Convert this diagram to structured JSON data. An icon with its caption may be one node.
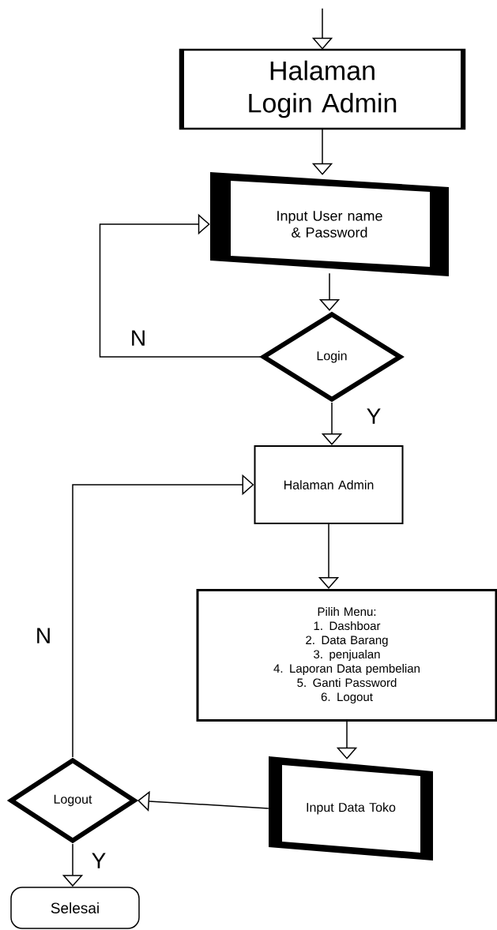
{
  "diagram": {
    "nodes": [
      {
        "text": [
          "Halaman Login Admin"
        ]
      },
      {
        "text": [
          "Input User name & Password"
        ]
      },
      {
        "text": [
          "Login"
        ]
      },
      {
        "text": [
          "Halaman Admin"
        ]
      },
      {
        "text": [
          "Pilih Menu:",
          "1. Dashboar",
          "2. Data Barang",
          "3. penjualan",
          "4. Laporan Data pembelian",
          "5. Ganti Password",
          "6. Logout"
        ]
      },
      {
        "text": [
          "Input Data Toko"
        ]
      },
      {
        "text": [
          "Logout"
        ]
      },
      {
        "text": [
          "Selesai"
        ]
      }
    ],
    "edges": [
      {
        "from": null,
        "to": 0,
        "arrow": "to"
      },
      {
        "from": 0,
        "to": 1,
        "arrow": "to"
      },
      {
        "from": 1,
        "to": 2,
        "arrow": "to"
      },
      {
        "from": 2,
        "to": 1,
        "arrow": "to",
        "label": "N"
      },
      {
        "from": 2,
        "to": 3,
        "arrow": "to",
        "label": "Y"
      },
      {
        "from": 3,
        "to": 4,
        "arrow": "to"
      },
      {
        "from": 4,
        "to": 5,
        "arrow": "to"
      },
      {
        "from": 5,
        "to": 6,
        "arrow": "to"
      },
      {
        "from": 6,
        "to": 3,
        "arrow": "to",
        "label": "N"
      },
      {
        "from": 6,
        "to": 7,
        "arrow": "to",
        "label": "Y"
      }
    ]
  }
}
